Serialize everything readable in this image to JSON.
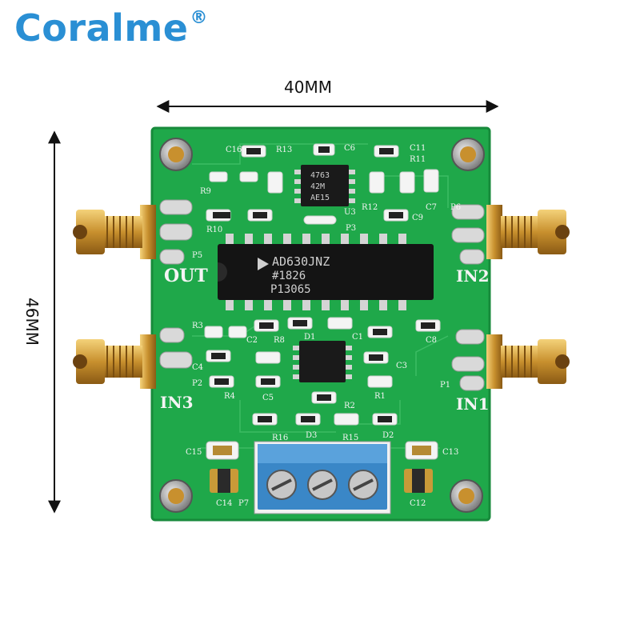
{
  "brand": {
    "name": "Coralme",
    "mark": "®",
    "color": "#2a8fd4"
  },
  "dimensions": {
    "width": "40MM",
    "height": "46MM"
  },
  "board": {
    "color": "#1fa84a",
    "chip_main": {
      "line1": "AD630JNZ",
      "line2": "#1826",
      "line3": "P13065"
    },
    "chip_small_top": {
      "line1": "4763",
      "line2": "42M",
      "line3": "AE15"
    },
    "ports": {
      "out": "OUT",
      "in1": "IN1",
      "in2": "IN2",
      "in3": "IN3"
    },
    "labels": {
      "c16": "C16",
      "r13": "R13",
      "c6": "C6",
      "c11": "C11",
      "r11": "R11",
      "r9": "R9",
      "r12": "R12",
      "u3": "U3",
      "c9": "C9",
      "c7": "C7",
      "p6": "P6",
      "r10": "R10",
      "p3": "P3",
      "p5": "P5",
      "r3": "R3",
      "c4": "C4",
      "p2": "P2",
      "r4": "R4",
      "r8": "R8",
      "c2": "C2",
      "d1": "D1",
      "c1": "C1",
      "c8": "C8",
      "c3": "C3",
      "p1": "P1",
      "c5": "C5",
      "r2": "R2",
      "r1": "R1",
      "r16": "R16",
      "d3": "D3",
      "r15": "R15",
      "d2": "D2",
      "c15": "C15",
      "c13": "C13",
      "c14": "C14",
      "p7": "P7",
      "c12": "C12"
    }
  }
}
